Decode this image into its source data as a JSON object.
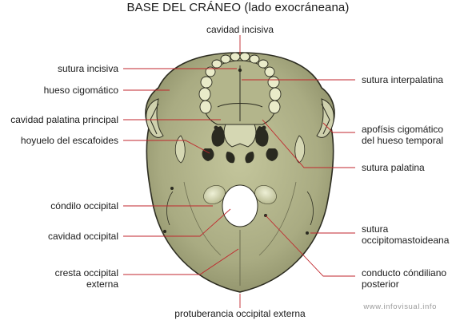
{
  "title": "BASE DEL CRÁNEO (lado exocráneana)",
  "labels": {
    "cavidad_incisiva": "cavidad incisiva",
    "sutura_incisiva": "sutura incisiva",
    "hueso_cigomatico": "hueso cigomático",
    "cavidad_palatina": "cavidad palatina principal",
    "hoyuelo": "hoyuelo del escafoides",
    "condilo": "cóndilo occipital",
    "cavidad_occipital": "cavidad occipital",
    "cresta_1": "cresta occipital",
    "cresta_2": "externa",
    "protuberancia": "protuberancia occipital externa",
    "sutura_interpalatina": "sutura interpalatina",
    "apofisis_1": "apofísis cigomático",
    "apofisis_2": "del hueso temporal",
    "sutura_palatina": "sutura palatina",
    "sutura_occ_1": "sutura",
    "sutura_occ_2": "occipitomastoideana",
    "conducto_1": "conducto cóndiliano",
    "conducto_2": "posterior"
  },
  "watermark": "www.infovisual.info",
  "colors": {
    "bone": "#a9ab82",
    "bone_light": "#cfd1ad",
    "outline": "#2c2c20",
    "leader": "#c0262c"
  }
}
